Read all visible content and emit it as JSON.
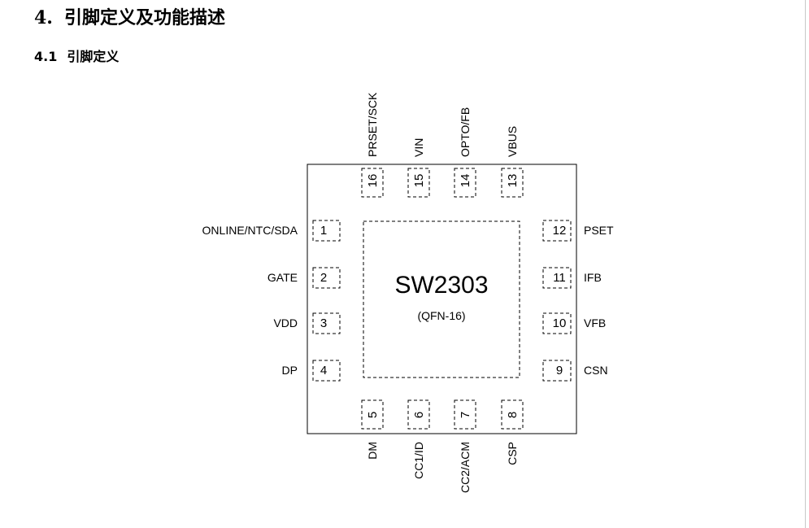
{
  "heading": {
    "number": "4.",
    "title": "引脚定义及功能描述"
  },
  "subheading": {
    "number": "4.1",
    "title": "引脚定义"
  },
  "chip": {
    "name": "SW2303",
    "package": "(QFN-16)"
  },
  "pins": {
    "left": [
      {
        "num": "1",
        "label": "ONLINE/NTC/SDA"
      },
      {
        "num": "2",
        "label": "GATE"
      },
      {
        "num": "3",
        "label": "VDD"
      },
      {
        "num": "4",
        "label": "DP"
      }
    ],
    "bottom": [
      {
        "num": "5",
        "label": "DM"
      },
      {
        "num": "6",
        "label": "CC1/ID"
      },
      {
        "num": "7",
        "label": "CC2/ACM"
      },
      {
        "num": "8",
        "label": "CSP"
      }
    ],
    "right": [
      {
        "num": "9",
        "label": "CSN"
      },
      {
        "num": "10",
        "label": "VFB"
      },
      {
        "num": "11",
        "label": "IFB"
      },
      {
        "num": "12",
        "label": "PSET"
      }
    ],
    "top": [
      {
        "num": "13",
        "label": "VBUS"
      },
      {
        "num": "14",
        "label": "OPTO/FB"
      },
      {
        "num": "15",
        "label": "VIN"
      },
      {
        "num": "16",
        "label": "PRSET/SCK"
      }
    ]
  }
}
